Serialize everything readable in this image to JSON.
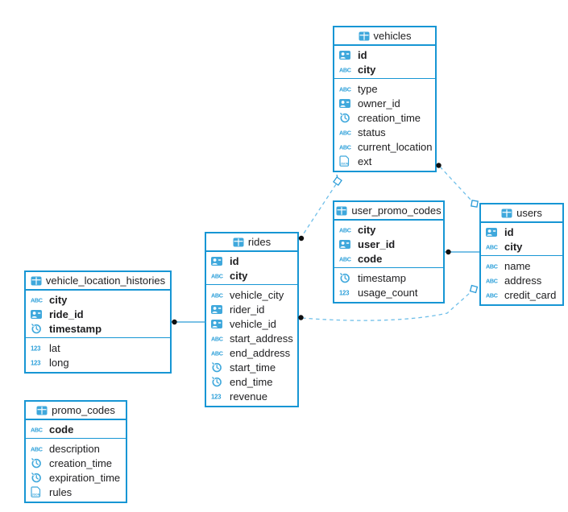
{
  "diagram": {
    "colors": {
      "table_border": "#1796d4",
      "icon_blue": "#3fa8dc",
      "icon_text_blue": "#2b9fd9",
      "dashed_line": "#6fbfe9",
      "solid_line": "#2b9cd8",
      "endpoint_dot": "#101010",
      "text": "#1d1d1f"
    },
    "tables": [
      {
        "id": "vehicles",
        "title": "vehicles",
        "header_icon": "table-icon",
        "columns": [
          {
            "name": "id",
            "icon": "id-badge-icon",
            "key": true
          },
          {
            "name": "city",
            "icon": "abc-icon",
            "key": true
          },
          {
            "name": "type",
            "icon": "abc-icon",
            "key": false
          },
          {
            "name": "owner_id",
            "icon": "id-badge-icon",
            "key": false
          },
          {
            "name": "creation_time",
            "icon": "clock-icon",
            "key": false
          },
          {
            "name": "status",
            "icon": "abc-icon",
            "key": false
          },
          {
            "name": "current_location",
            "icon": "abc-icon",
            "key": false
          },
          {
            "name": "ext",
            "icon": "json-icon",
            "key": false
          }
        ]
      },
      {
        "id": "user_promo_codes",
        "title": "user_promo_codes",
        "header_icon": "table-icon",
        "columns": [
          {
            "name": "city",
            "icon": "abc-icon",
            "key": true
          },
          {
            "name": "user_id",
            "icon": "id-badge-icon",
            "key": true
          },
          {
            "name": "code",
            "icon": "abc-icon",
            "key": true
          },
          {
            "name": "timestamp",
            "icon": "clock-icon",
            "key": false
          },
          {
            "name": "usage_count",
            "icon": "num-icon",
            "key": false
          }
        ]
      },
      {
        "id": "users",
        "title": "users",
        "header_icon": "table-icon",
        "columns": [
          {
            "name": "id",
            "icon": "id-badge-icon",
            "key": true
          },
          {
            "name": "city",
            "icon": "abc-icon",
            "key": true
          },
          {
            "name": "name",
            "icon": "abc-icon",
            "key": false
          },
          {
            "name": "address",
            "icon": "abc-icon",
            "key": false
          },
          {
            "name": "credit_card",
            "icon": "abc-icon",
            "key": false
          }
        ]
      },
      {
        "id": "rides",
        "title": "rides",
        "header_icon": "table-icon",
        "columns": [
          {
            "name": "id",
            "icon": "id-badge-icon",
            "key": true
          },
          {
            "name": "city",
            "icon": "abc-icon",
            "key": true
          },
          {
            "name": "vehicle_city",
            "icon": "abc-icon",
            "key": false
          },
          {
            "name": "rider_id",
            "icon": "id-badge-icon",
            "key": false
          },
          {
            "name": "vehicle_id",
            "icon": "id-badge-icon",
            "key": false
          },
          {
            "name": "start_address",
            "icon": "abc-icon",
            "key": false
          },
          {
            "name": "end_address",
            "icon": "abc-icon",
            "key": false
          },
          {
            "name": "start_time",
            "icon": "clock-icon",
            "key": false
          },
          {
            "name": "end_time",
            "icon": "clock-icon",
            "key": false
          },
          {
            "name": "revenue",
            "icon": "num-icon",
            "key": false
          }
        ]
      },
      {
        "id": "vehicle_location_histories",
        "title": "vehicle_location_histories",
        "header_icon": "table-icon",
        "columns": [
          {
            "name": "city",
            "icon": "abc-icon",
            "key": true
          },
          {
            "name": "ride_id",
            "icon": "id-badge-icon",
            "key": true
          },
          {
            "name": "timestamp",
            "icon": "clock-icon",
            "key": true
          },
          {
            "name": "lat",
            "icon": "num-icon",
            "key": false
          },
          {
            "name": "long",
            "icon": "num-icon",
            "key": false
          }
        ]
      },
      {
        "id": "promo_codes",
        "title": "promo_codes",
        "header_icon": "table-icon",
        "columns": [
          {
            "name": "code",
            "icon": "abc-icon",
            "key": true
          },
          {
            "name": "description",
            "icon": "abc-icon",
            "key": false
          },
          {
            "name": "creation_time",
            "icon": "clock-icon",
            "key": false
          },
          {
            "name": "expiration_time",
            "icon": "clock-icon",
            "key": false
          },
          {
            "name": "rules",
            "icon": "json-icon",
            "key": false
          }
        ]
      }
    ],
    "relationships": [
      {
        "from": "vehicles",
        "to": "rides",
        "line_style": "dashed"
      },
      {
        "from": "vehicles",
        "to": "users",
        "line_style": "dashed"
      },
      {
        "from": "user_promo_codes",
        "to": "users",
        "line_style": "solid"
      },
      {
        "from": "rides",
        "to": "users",
        "line_style": "dashed"
      },
      {
        "from": "vehicle_location_histories",
        "to": "rides",
        "line_style": "solid"
      }
    ]
  }
}
